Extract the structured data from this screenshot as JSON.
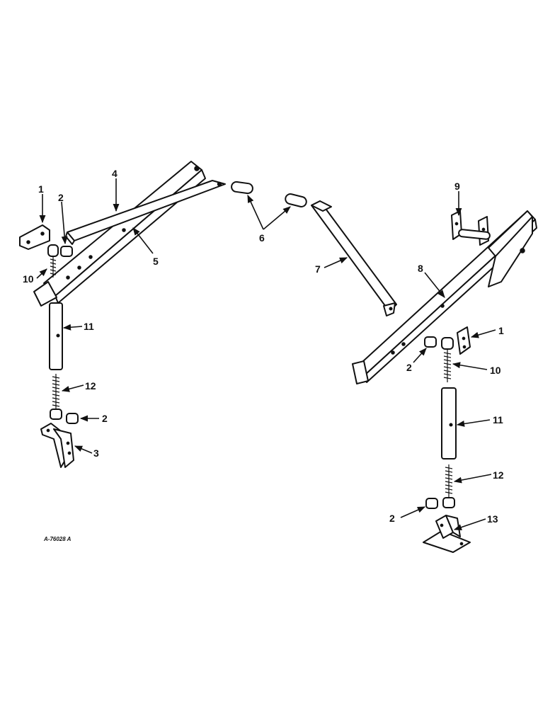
{
  "figure": {
    "id_label": "A-76028 A",
    "line_color": "#111111",
    "background": "#ffffff"
  },
  "callouts": {
    "c1a": "1",
    "c2a": "2",
    "c4": "4",
    "c5": "5",
    "c6": "6",
    "c7": "7",
    "c10a": "10",
    "c11a": "11",
    "c12a": "12",
    "c2b": "2",
    "c3": "3",
    "c9": "9",
    "c8": "8",
    "c1b": "1",
    "c2c": "2",
    "c10b": "10",
    "c11b": "11",
    "c12b": "12",
    "c2d": "2",
    "c13": "13"
  }
}
